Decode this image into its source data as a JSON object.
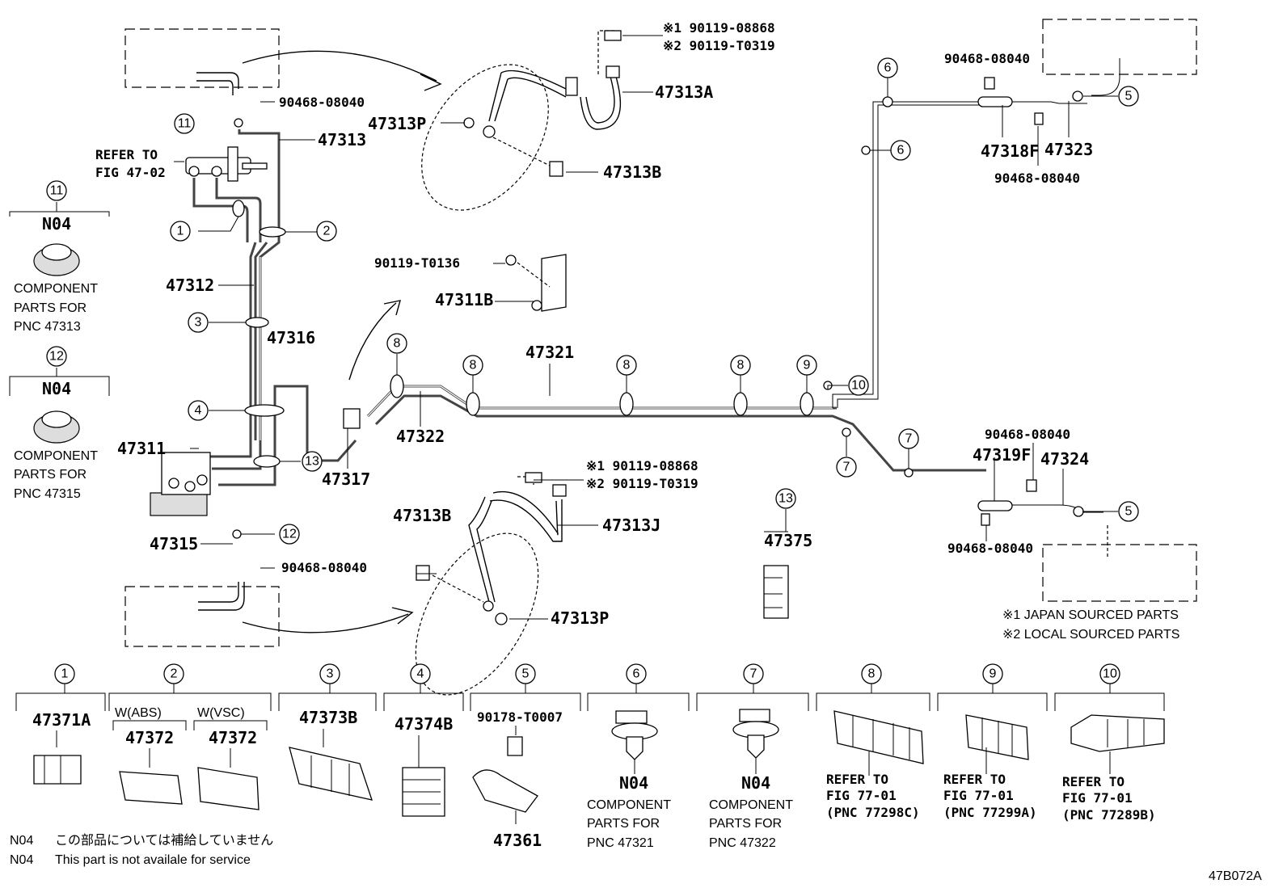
{
  "diagram": {
    "figure_id": "47B072A",
    "refer_to_fig": "REFER TO",
    "refer_to_fig_no": "FIG 47-02",
    "part_labels": {
      "p47313A": "47313A",
      "p47313P_top": "47313P",
      "p47313B_top": "47313B",
      "p47313": "47313",
      "p47312": "47312",
      "p47316": "47316",
      "p47311": "47311",
      "p47317": "47317",
      "p47315": "47315",
      "p47311B": "47311B",
      "p47321": "47321",
      "p47322": "47322",
      "p47313B_bot": "47313B",
      "p47313J": "47313J",
      "p47313P_bot": "47313P",
      "p47375": "47375",
      "p47318F": "47318F",
      "p47323": "47323",
      "p47319F": "47319F",
      "p47324": "47324"
    },
    "bolt_labels": {
      "top_bolt_1": "※1 90119-08868",
      "top_bolt_2": "※2 90119-T0319",
      "bot_bolt_1": "※1 90119-08868",
      "bot_bolt_2": "※2 90119-T0319",
      "bracket_bolt": "90119-T0136",
      "clip_a": "90468-08040",
      "clip_b": "90468-08040",
      "clip_c": "90468-08040",
      "clip_d": "90468-08040",
      "clip_e": "90468-08040",
      "clip_f": "90468-08040"
    },
    "callouts": [
      "1",
      "2",
      "3",
      "4",
      "5",
      "6",
      "7",
      "8",
      "9",
      "10",
      "11",
      "12",
      "13"
    ],
    "side_components": [
      {
        "callout": "11",
        "code": "N04",
        "line1": "COMPONENT",
        "line2": "PARTS FOR",
        "line3": "PNC 47313"
      },
      {
        "callout": "12",
        "code": "N04",
        "line1": "COMPONENT",
        "line2": "PARTS FOR",
        "line3": "PNC 47315"
      }
    ],
    "legend": {
      "japan": "※1 JAPAN SOURCED PARTS",
      "local": "※2 LOCAL SOURCED PARTS"
    }
  },
  "bottom_row": {
    "items": [
      {
        "callout": "1",
        "part": "47371A"
      },
      {
        "callout": "2",
        "sub1_label": "W(ABS)",
        "sub1_part": "47372",
        "sub2_label": "W(VSC)",
        "sub2_part": "47372"
      },
      {
        "callout": "3",
        "part": "47373B"
      },
      {
        "callout": "4",
        "part": "47374B"
      },
      {
        "callout": "5",
        "part_top": "90178-T0007",
        "part_bottom": "47361"
      },
      {
        "callout": "6",
        "code": "N04",
        "line1": "COMPONENT",
        "line2": "PARTS FOR",
        "line3": "PNC 47321"
      },
      {
        "callout": "7",
        "code": "N04",
        "line1": "COMPONENT",
        "line2": "PARTS FOR",
        "line3": "PNC 47322"
      },
      {
        "callout": "8",
        "line1": "REFER TO",
        "line2": "FIG 77-01",
        "line3": "(PNC 77298C)"
      },
      {
        "callout": "9",
        "line1": "REFER TO",
        "line2": "FIG 77-01",
        "line3": "(PNC 77299A)"
      },
      {
        "callout": "10",
        "line1": "REFER TO",
        "line2": "FIG 77-01",
        "line3": "(PNC 77289B)"
      }
    ]
  },
  "footnotes": {
    "note_jp_code": "N04",
    "note_jp": "この部品については補給していません",
    "note_en_code": "N04",
    "note_en": "This part is not availale for service"
  }
}
